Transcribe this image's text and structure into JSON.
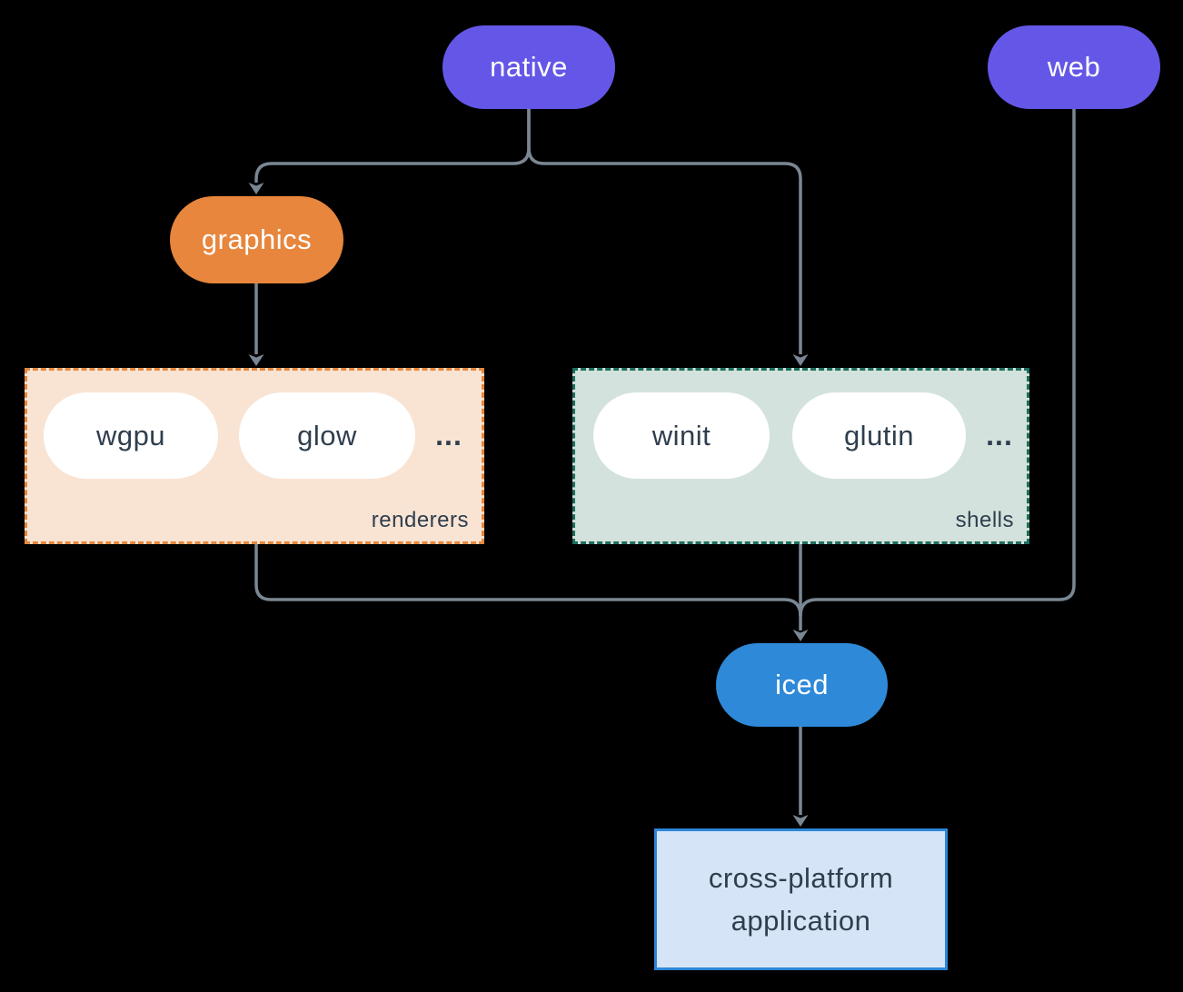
{
  "diagram": {
    "nodes": {
      "native": {
        "label": "native"
      },
      "web": {
        "label": "web"
      },
      "graphics": {
        "label": "graphics"
      },
      "iced": {
        "label": "iced"
      },
      "application": {
        "label_line1": "cross-platform",
        "label_line2": "application"
      }
    },
    "groups": {
      "renderers": {
        "label": "renderers",
        "items": [
          "wgpu",
          "glow"
        ],
        "ellipsis": "..."
      },
      "shells": {
        "label": "shells",
        "items": [
          "winit",
          "glutin"
        ],
        "ellipsis": "..."
      }
    },
    "colors": {
      "background": "#000000",
      "purple": "#6457E8",
      "orange": "#E7863C",
      "renderers_bg": "#F9E4D4",
      "shells_bg": "#D3E2DC",
      "shells_border": "#1E6E5E",
      "blue": "#2E89D8",
      "application_bg": "#D5E5F7",
      "application_border": "#2E86D8",
      "node_text_light": "#FFFFFF",
      "node_text_dark": "#2F3E4E",
      "connector": "#7A8793"
    }
  }
}
